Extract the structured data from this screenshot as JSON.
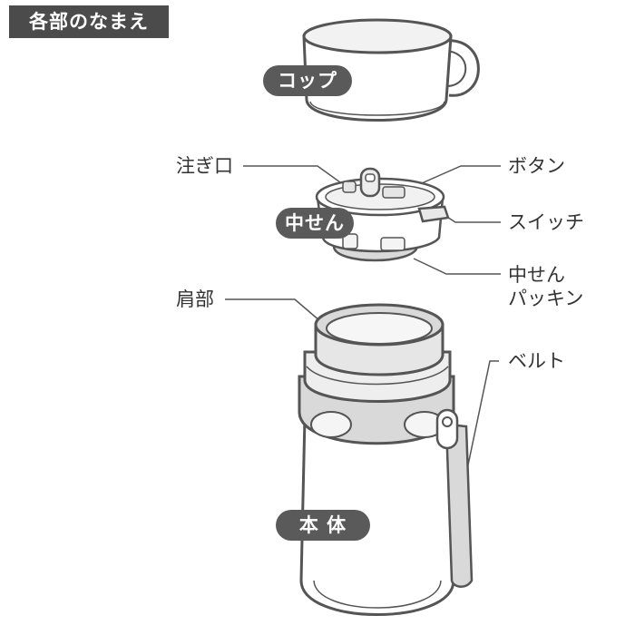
{
  "header": {
    "title": "各部のなまえ"
  },
  "parts": {
    "cup": "コップ",
    "nakasen": "中せん",
    "body": "本 体"
  },
  "labels": {
    "spout": "注ぎ口",
    "button": "ボタン",
    "switch": "スイッチ",
    "packing_line1": "中せん",
    "packing_line2": "パッキン",
    "shoulder": "肩部",
    "belt": "ベルト"
  }
}
